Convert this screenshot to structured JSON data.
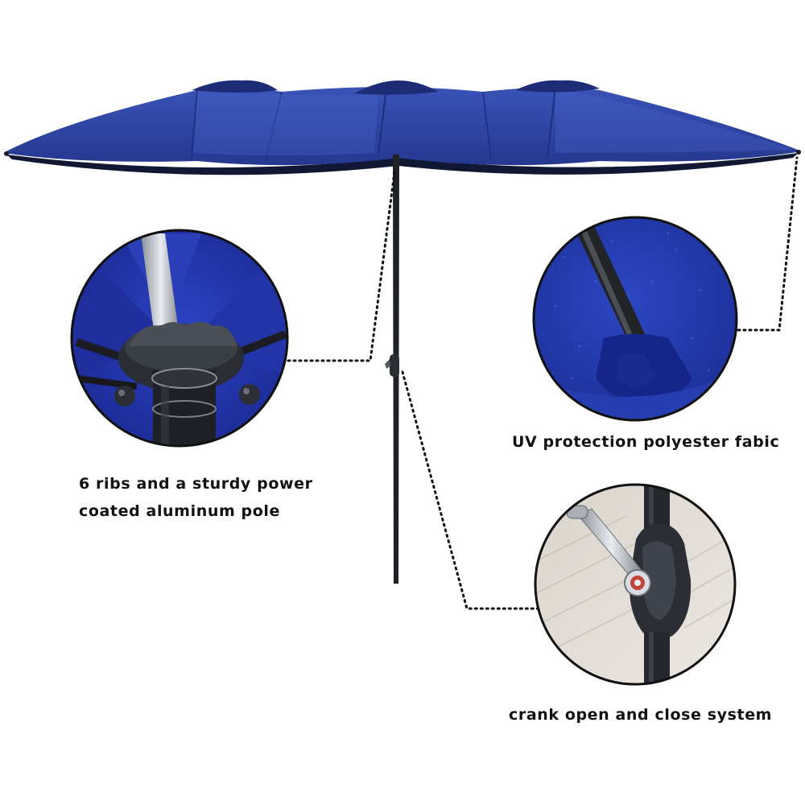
{
  "captions": {
    "ribs_line1": "6 ribs and a sturdy power",
    "ribs_line2": "coated aluminum pole",
    "fabric": "UV protection polyester fabic",
    "crank": "crank open and close system"
  },
  "colors": {
    "canopy": "#2a3f9f",
    "canopy_light": "#3a53b8",
    "canopy_dark": "#1b2a70",
    "pole": "#1e2226",
    "leader_line": "#111111",
    "background": "#ffffff"
  },
  "icons": [
    "umbrella-canopy",
    "pole",
    "hub-closeup",
    "fabric-closeup",
    "crank-closeup"
  ]
}
